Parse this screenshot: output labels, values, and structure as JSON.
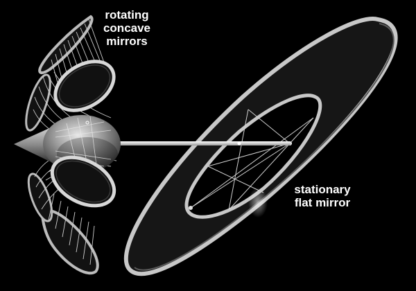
{
  "labels": {
    "concave": [
      "rotating",
      "concave",
      "mirrors"
    ],
    "flat": [
      "stationary",
      "flat mirror"
    ]
  },
  "colors": {
    "background": "#000000",
    "text": "#ffffff",
    "rim": "#c8c8c8",
    "mirror_face": "#161616",
    "cable": "#d0d0d0",
    "hub": "#9a9a9a",
    "boom": "#e6e6e6"
  }
}
